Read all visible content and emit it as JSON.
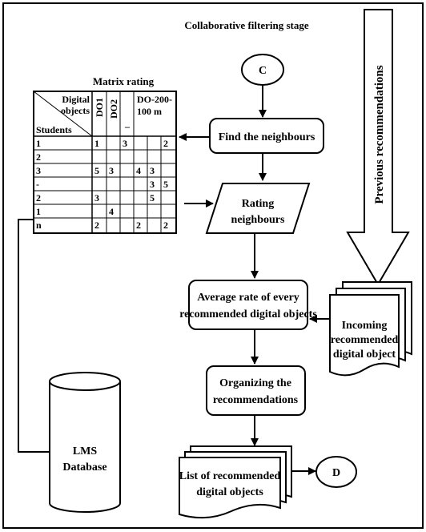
{
  "stage_title": "Collaborative filtering stage",
  "connector_c": "C",
  "connector_d": "D",
  "previous_recommendations": "Previous recommendations",
  "matrix": {
    "title": "Matrix rating",
    "header_digital": "Digital",
    "header_objects": "objects",
    "header_students": "Students",
    "header_do1": "DO1",
    "header_do2": "DO2",
    "header_dash": "_",
    "header_do200_line1": "DO-200-",
    "header_do200_line2": "100 m",
    "rows": [
      [
        "1",
        "1",
        "",
        "3",
        "",
        "",
        "2"
      ],
      [
        "2",
        "",
        "",
        "",
        "",
        "",
        ""
      ],
      [
        "3",
        "5",
        "3",
        "",
        "4",
        "3",
        ""
      ],
      [
        "-",
        "",
        "",
        "",
        "",
        "3",
        "5"
      ],
      [
        "2",
        "3",
        "",
        "",
        "",
        "5",
        ""
      ],
      [
        "1",
        "",
        "4",
        "",
        "",
        "",
        ""
      ],
      [
        "n",
        "2",
        "",
        "",
        "2",
        "",
        "2"
      ]
    ]
  },
  "find_neighbours": "Find the neighbours",
  "rating_line1": "Rating",
  "rating_line2": "neighbours",
  "average_line1": "Average rate of every",
  "average_line2": "recommended digital objects",
  "incoming_line1": "Incoming",
  "incoming_line2": "recommended",
  "incoming_line3": "digital object",
  "organizing_line1": "Organizing the",
  "organizing_line2": "recommendations",
  "list_line1": "List of recommended",
  "list_line2": "digital objects",
  "lms_line1": "LMS",
  "lms_line2": "Database"
}
